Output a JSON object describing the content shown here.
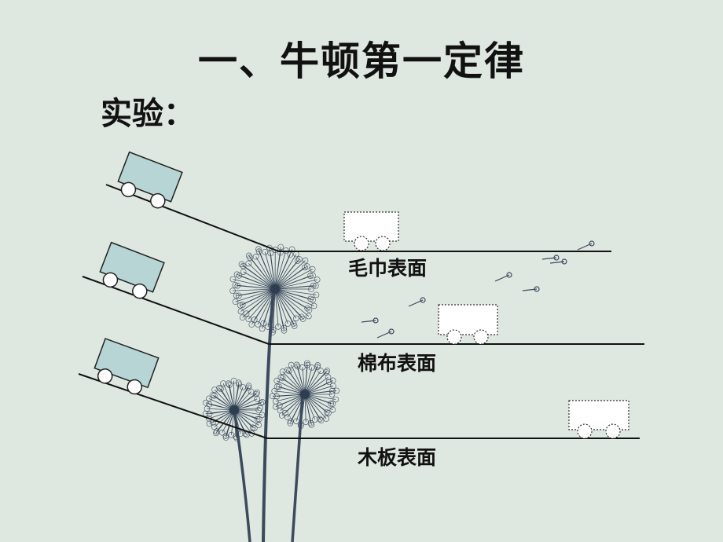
{
  "slide": {
    "title": "一、牛顿第一定律",
    "subtitle": "实验：",
    "surfaces": [
      {
        "label": "毛巾表面"
      },
      {
        "label": "棉布表面"
      },
      {
        "label": "木板表面"
      }
    ]
  },
  "colors": {
    "background": "#dfe7e1",
    "cart_body": "#b7d5d5",
    "line": "#111111",
    "dandelion": "#3b4a5c"
  },
  "icons": [
    "cart-icon",
    "cart-outline-icon",
    "dandelion-illustration"
  ]
}
